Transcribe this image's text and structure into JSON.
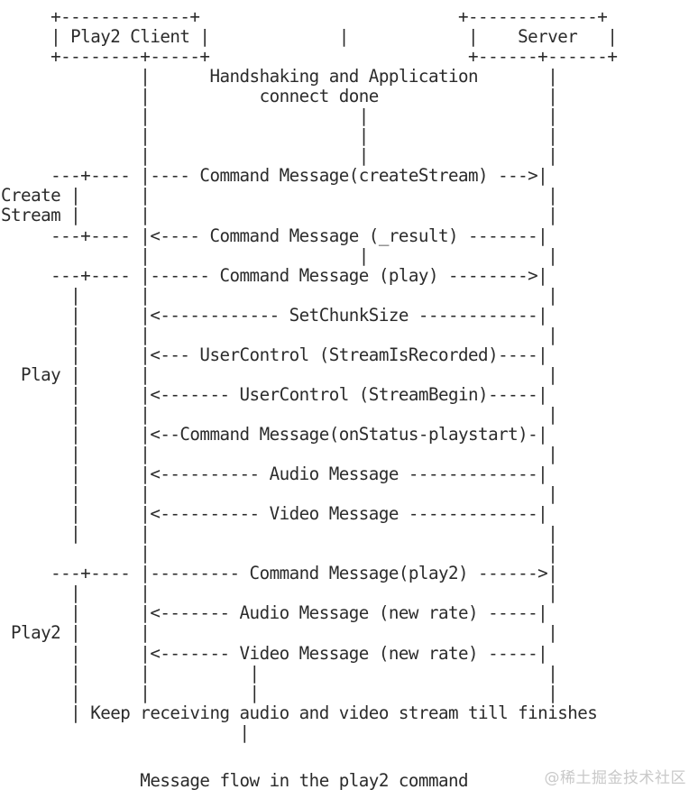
{
  "diagram": {
    "type": "ascii-sequence-diagram",
    "title": "Message flow in the play2 command",
    "participants": [
      {
        "name": "Play2 Client",
        "box_width_chars": 15,
        "lifeline_column": 14
      },
      {
        "name": "Server",
        "box_width_chars": 15,
        "lifeline_column": 59
      }
    ],
    "phase_labels": [
      "Create",
      "Stream",
      "Play",
      "Play2"
    ],
    "notes": [
      "Handshaking and Application",
      "connect done",
      "Keep receiving audio and video stream till finishes"
    ],
    "messages": [
      {
        "label": "Command Message(createStream)",
        "direction": "client-to-server",
        "phase": "Create Stream"
      },
      {
        "label": "Command Message (_result)",
        "direction": "server-to-client",
        "phase": "Create Stream"
      },
      {
        "label": "Command Message (play)",
        "direction": "client-to-server",
        "phase": "Play"
      },
      {
        "label": "SetChunkSize",
        "direction": "server-to-client",
        "phase": "Play"
      },
      {
        "label": "UserControl (StreamIsRecorded)",
        "direction": "server-to-client",
        "phase": "Play"
      },
      {
        "label": "UserControl (StreamBegin)",
        "direction": "server-to-client",
        "phase": "Play"
      },
      {
        "label": "Command Message(onStatus-playstart)",
        "direction": "server-to-client",
        "phase": "Play"
      },
      {
        "label": "Audio Message",
        "direction": "server-to-client",
        "phase": "Play"
      },
      {
        "label": "Video Message",
        "direction": "server-to-client",
        "phase": "Play"
      },
      {
        "label": "Command Message(play2)",
        "direction": "client-to-server",
        "phase": "Play2"
      },
      {
        "label": "Audio Message (new rate)",
        "direction": "server-to-client",
        "phase": "Play2"
      },
      {
        "label": "Video Message (new rate)",
        "direction": "server-to-client",
        "phase": "Play2"
      }
    ],
    "art": "     +-------------+                          +-------------+\n     | Play2 Client |             |            |    Server   |\n     +--------+-----+                          +------+------+\n              |      Handshaking and Application       |\n              |           connect done                 |\n              |                     |                  |\n              |                     |                  |\n              |                     |                  |\n     ---+---- |---- Command Message(createStream) --->|\nCreate |      |                                        |\nStream |      |                                        |\n     ---+---- |<---- Command Message (_result) -------|\n              |                     |                  |\n     ---+---- |------ Command Message (play) -------->|\n       |      |                                        |\n       |      |<------------ SetChunkSize ------------|\n       |      |                                        |\n       |      |<--- UserControl (StreamIsRecorded)----|\n  Play |      |                                        |\n       |      |<------- UserControl (StreamBegin)-----|\n       |      |                                        |\n       |      |<--Command Message(onStatus-playstart)-|\n       |      |                                        |\n       |      |<---------- Audio Message -------------|\n       |      |                                        |\n       |      |<---------- Video Message -------------|\n       |      |                                        |\n              |                                        |\n     ---+---- |--------- Command Message(play2) ------>|\n       |      |                                        |\n       |      |<------- Audio Message (new rate) -----|\n Play2 |      |                                        |\n       |      |<------- Video Message (new rate) -----|\n       |      |          |                             |\n       |      |          |                             |\n       | Keep receiving audio and video stream till finishes\n                        |",
    "caption_line": "              Message flow in the play2 command"
  },
  "watermark": {
    "text": "@稀土掘金技术社区"
  },
  "colors": {
    "background": "#ffffff",
    "text": "#2b2b2b",
    "watermark": "#c9c9c9"
  }
}
